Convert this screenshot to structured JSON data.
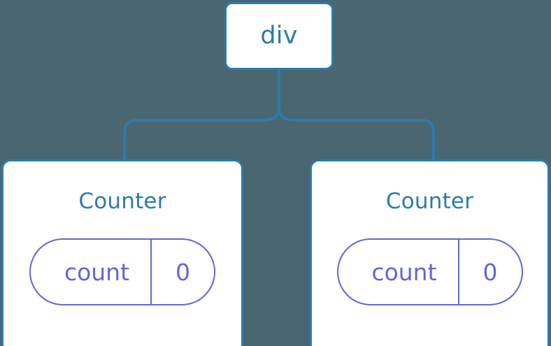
{
  "theme": {
    "background": "#4a6670",
    "node_fill": "#ffffff",
    "node_border": "#2b7cac",
    "node_text": "#2b7cac",
    "connector": "#2b7cac",
    "state_stroke": "#6366d8",
    "state_text": "#6366d8"
  },
  "diagram": {
    "type": "component-tree",
    "root": {
      "label": "div"
    },
    "children": [
      {
        "label": "Counter",
        "state": {
          "key": "count",
          "value": "0"
        }
      },
      {
        "label": "Counter",
        "state": {
          "key": "count",
          "value": "0"
        }
      }
    ]
  }
}
